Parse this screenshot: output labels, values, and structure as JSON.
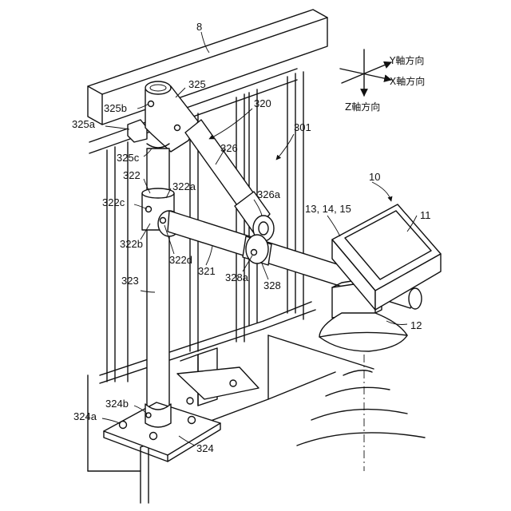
{
  "axes": {
    "y_label": "Y軸方向",
    "x_label": "X軸方向",
    "z_label": "Z軸方向"
  },
  "labels": {
    "r8": "8",
    "r325": "325",
    "r325b": "325b",
    "r325a": "325a",
    "r325c": "325c",
    "r320": "320",
    "r326": "326",
    "r301": "301",
    "r322": "322",
    "r322a": "322a",
    "r322c": "322c",
    "r322b": "322b",
    "r322d": "322d",
    "r326a": "326a",
    "r321": "321",
    "r328a": "328a",
    "r328": "328",
    "r323": "323",
    "r10": "10",
    "r131415": "13, 14, 15",
    "r11": "11",
    "r12": "12",
    "r324b": "324b",
    "r324a": "324a",
    "r324": "324"
  }
}
